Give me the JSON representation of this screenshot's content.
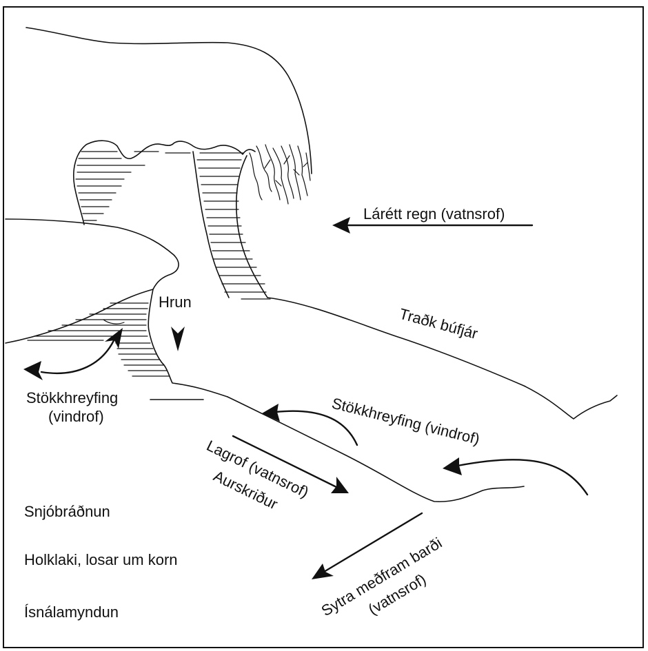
{
  "labels": {
    "larett_regn": "Lárétt regn (vatnsrof)",
    "hrun": "Hrun",
    "tradk": "Traðk búfjár",
    "stokk_left_1": "Stökkhreyfing",
    "stokk_left_2": "(vindrof)",
    "stokk_right": "Stökkhreyfing (vindrof)",
    "lagrof_1": "Lagrof (vatnsrof)",
    "lagrof_2": "Aurskriður",
    "snjobradnun": "Snjóbráðnun",
    "holklaki": "Holklaki, losar um korn",
    "isnala": "Ísnálamyndun",
    "sytra_1": "Sytra meðfram barði",
    "sytra_2": "(vatnsrof)"
  }
}
